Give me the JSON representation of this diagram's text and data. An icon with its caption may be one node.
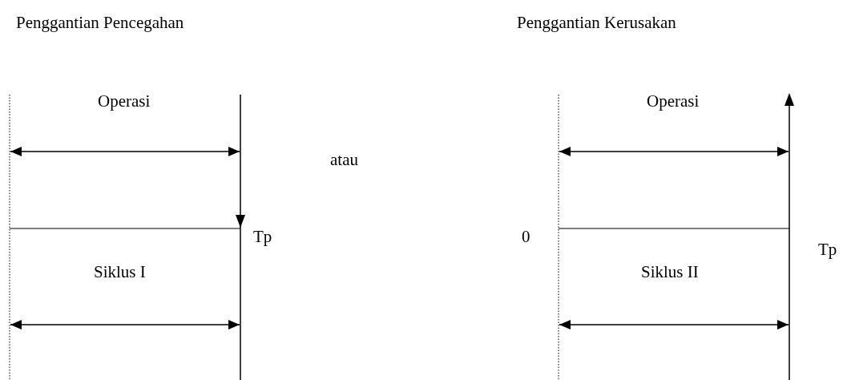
{
  "diagram": {
    "labels": [
      "Penggantian Pencegahan",
      "Penggantian Kerusakan",
      "Operasi",
      "Operasi",
      "atau",
      "Tp",
      "0",
      "Siklus I",
      "Siklus II",
      "Tp"
    ]
  }
}
